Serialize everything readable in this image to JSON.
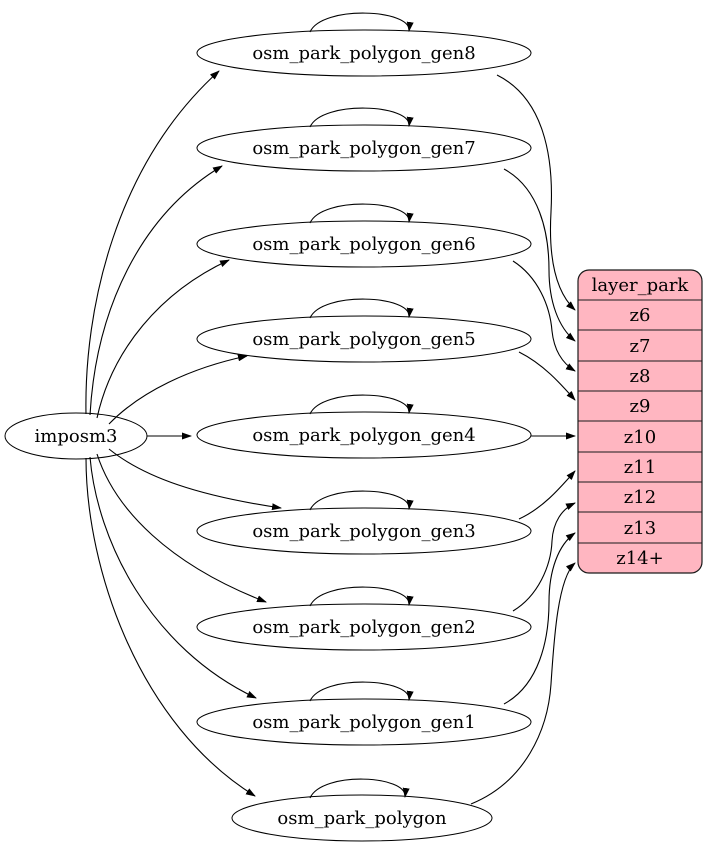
{
  "diagram": {
    "type": "graphviz-etl-flow",
    "background_color": "#ffffff",
    "edge_color": "#000000",
    "node_fill": "#ffffff",
    "source_node": {
      "id": "imposm3",
      "label": "imposm3"
    },
    "table_nodes": [
      {
        "id": "osm_park_polygon_gen8",
        "label": "osm_park_polygon_gen8",
        "self_loop": true
      },
      {
        "id": "osm_park_polygon_gen7",
        "label": "osm_park_polygon_gen7",
        "self_loop": true
      },
      {
        "id": "osm_park_polygon_gen6",
        "label": "osm_park_polygon_gen6",
        "self_loop": true
      },
      {
        "id": "osm_park_polygon_gen5",
        "label": "osm_park_polygon_gen5",
        "self_loop": true
      },
      {
        "id": "osm_park_polygon_gen4",
        "label": "osm_park_polygon_gen4",
        "self_loop": true
      },
      {
        "id": "osm_park_polygon_gen3",
        "label": "osm_park_polygon_gen3",
        "self_loop": true
      },
      {
        "id": "osm_park_polygon_gen2",
        "label": "osm_park_polygon_gen2",
        "self_loop": true
      },
      {
        "id": "osm_park_polygon_gen1",
        "label": "osm_park_polygon_gen1",
        "self_loop": true
      },
      {
        "id": "osm_park_polygon",
        "label": "osm_park_polygon",
        "self_loop": true
      }
    ],
    "layer_node": {
      "id": "layer_park",
      "title": "layer_park",
      "rows": [
        "z6",
        "z7",
        "z8",
        "z9",
        "z10",
        "z11",
        "z12",
        "z13",
        "z14+"
      ],
      "fill": "#ffb6c1",
      "stroke": "#1a1a1a"
    },
    "edges_from_source": [
      {
        "from": "imposm3",
        "to": "osm_park_polygon_gen8"
      },
      {
        "from": "imposm3",
        "to": "osm_park_polygon_gen7"
      },
      {
        "from": "imposm3",
        "to": "osm_park_polygon_gen6"
      },
      {
        "from": "imposm3",
        "to": "osm_park_polygon_gen5"
      },
      {
        "from": "imposm3",
        "to": "osm_park_polygon_gen4"
      },
      {
        "from": "imposm3",
        "to": "osm_park_polygon_gen3"
      },
      {
        "from": "imposm3",
        "to": "osm_park_polygon_gen2"
      },
      {
        "from": "imposm3",
        "to": "osm_park_polygon_gen1"
      },
      {
        "from": "imposm3",
        "to": "osm_park_polygon"
      }
    ],
    "edges_to_layer": [
      {
        "from": "osm_park_polygon_gen8",
        "to": "z6"
      },
      {
        "from": "osm_park_polygon_gen7",
        "to": "z7"
      },
      {
        "from": "osm_park_polygon_gen6",
        "to": "z8"
      },
      {
        "from": "osm_park_polygon_gen5",
        "to": "z9"
      },
      {
        "from": "osm_park_polygon_gen4",
        "to": "z10"
      },
      {
        "from": "osm_park_polygon_gen3",
        "to": "z11"
      },
      {
        "from": "osm_park_polygon_gen2",
        "to": "z12"
      },
      {
        "from": "osm_park_polygon_gen1",
        "to": "z13"
      },
      {
        "from": "osm_park_polygon",
        "to": "z14+"
      }
    ]
  }
}
